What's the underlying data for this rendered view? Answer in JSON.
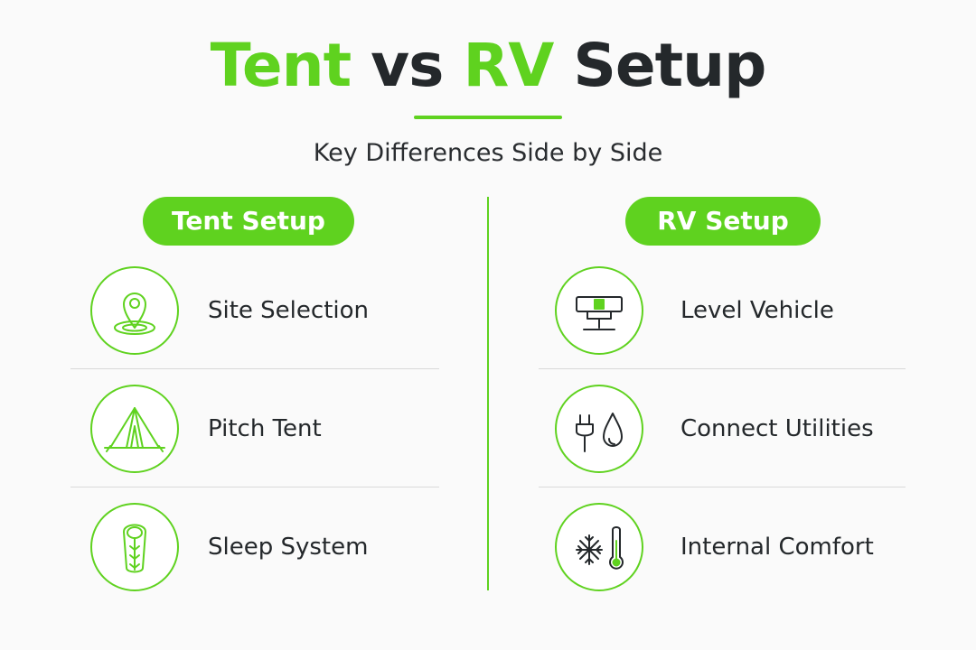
{
  "title": {
    "part1": "Tent",
    "part2": "vs",
    "part3": "RV",
    "part4": "Setup"
  },
  "subtitle": "Key Differences Side by Side",
  "columns": {
    "tent": {
      "heading": "Tent Setup",
      "items": [
        {
          "label": "Site Selection",
          "icon": "map-pin-icon"
        },
        {
          "label": "Pitch Tent",
          "icon": "tent-icon"
        },
        {
          "label": "Sleep System",
          "icon": "sleeping-bag-icon"
        }
      ]
    },
    "rv": {
      "heading": "RV Setup",
      "items": [
        {
          "label": "Level Vehicle",
          "icon": "level-icon"
        },
        {
          "label": "Connect Utilities",
          "icon": "plug-water-icon"
        },
        {
          "label": "Internal Comfort",
          "icon": "snowflake-thermometer-icon"
        }
      ]
    }
  },
  "colors": {
    "accent": "#5fd21f",
    "text": "#24282b",
    "background": "#fafafa",
    "separator": "#d9d9d9"
  }
}
